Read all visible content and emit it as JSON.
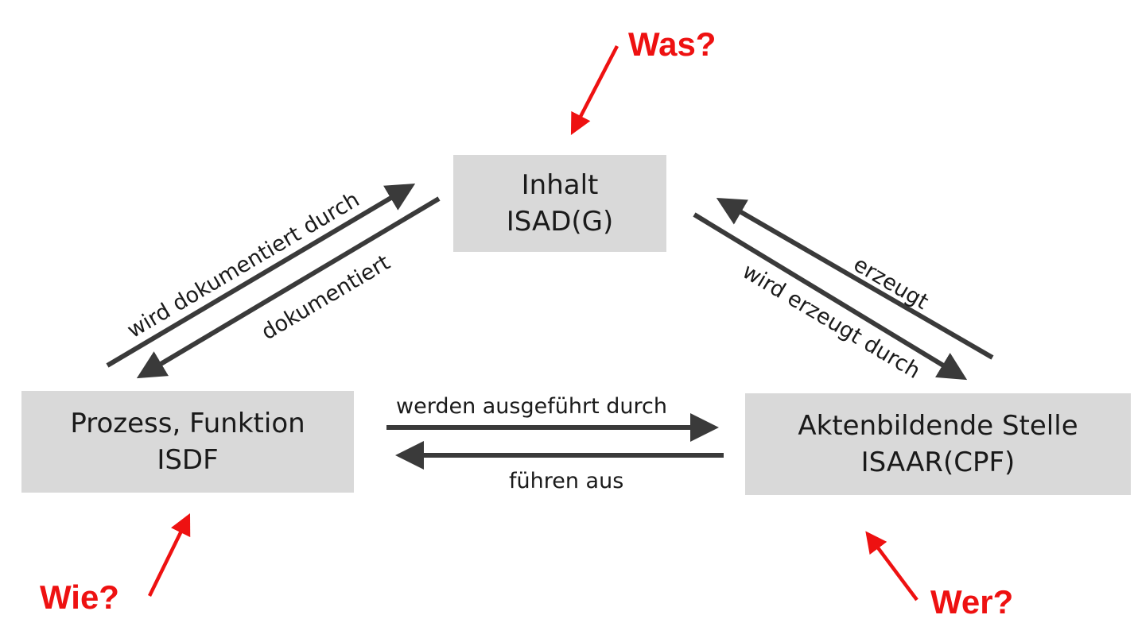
{
  "nodes": {
    "inhalt": {
      "line1": "Inhalt",
      "line2": "ISAD(G)"
    },
    "prozess": {
      "line1": "Prozess, Funktion",
      "line2": "ISDF"
    },
    "akten": {
      "line1": "Aktenbildende Stelle",
      "line2": "ISAAR(CPF)"
    }
  },
  "edges": {
    "wird_dokumentiert_durch": "wird dokumentiert durch",
    "dokumentiert": "dokumentiert",
    "erzeugt": "erzeugt",
    "wird_erzeugt_durch": "wird erzeugt durch",
    "werden_ausgefuehrt_durch": "werden ausgeführt durch",
    "fuehren_aus": "führen aus"
  },
  "questions": {
    "was": "Was?",
    "wie": "Wie?",
    "wer": "Wer?"
  },
  "colors": {
    "box": "#d9d9d9",
    "arrow": "#3a3a3a",
    "accent": "#ee1111"
  }
}
